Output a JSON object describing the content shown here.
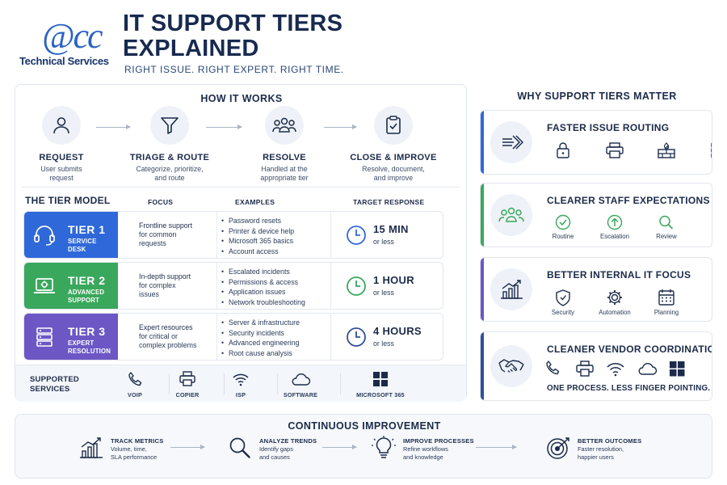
{
  "header": {
    "logo_mark": "@cc",
    "logo_sub": "Technical Services",
    "title_line1": "IT SUPPORT TIERS",
    "title_line2": "EXPLAINED",
    "tagline": "RIGHT ISSUE. RIGHT EXPERT. RIGHT TIME."
  },
  "how_it_works": {
    "title": "HOW IT WORKS",
    "steps": [
      {
        "name": "REQUEST",
        "desc1": "User submits",
        "desc2": "request",
        "icon": "person-icon"
      },
      {
        "name": "TRIAGE & ROUTE",
        "desc1": "Categorize, prioritize,",
        "desc2": "and route",
        "icon": "funnel-icon"
      },
      {
        "name": "RESOLVE",
        "desc1": "Handled at the",
        "desc2": "appropriate tier",
        "icon": "team-icon"
      },
      {
        "name": "CLOSE & IMPROVE",
        "desc1": "Resolve, document,",
        "desc2": "and improve",
        "icon": "clipboard-check-icon"
      }
    ]
  },
  "tier_model": {
    "title": "THE TIER MODEL",
    "columns": {
      "focus": "FOCUS",
      "examples": "EXAMPLES",
      "target": "TARGET RESPONSE"
    },
    "tiers": [
      {
        "name": "TIER 1",
        "sub1": "SERVICE DESK",
        "sub2": "",
        "color": "#2f68d8",
        "icon": "headset-icon",
        "focus": [
          "Frontline support",
          "for common",
          "requests"
        ],
        "examples": [
          "Password resets",
          "Printer & device help",
          "Microsoft 365 basics",
          "Account access"
        ],
        "target_value": "15 MIN",
        "target_sub": "or less",
        "clock_color": "#2f68d8"
      },
      {
        "name": "TIER 2",
        "sub1": "ADVANCED",
        "sub2": "SUPPORT",
        "color": "#3aa85c",
        "icon": "laptop-gear-icon",
        "focus": [
          "In-depth support",
          "for complex",
          "issues"
        ],
        "examples": [
          "Escalated incidents",
          "Permissions & access",
          "Application issues",
          "Network troubleshooting"
        ],
        "target_value": "1 HOUR",
        "target_sub": "or less",
        "clock_color": "#3aa85c"
      },
      {
        "name": "TIER 3",
        "sub1": "EXPERT",
        "sub2": "RESOLUTION",
        "color": "#6c57c4",
        "icon": "server-icon",
        "focus": [
          "Expert resources",
          "for critical or",
          "complex problems"
        ],
        "examples": [
          "Server & infrastructure",
          "Security incidents",
          "Advanced engineering",
          "Root cause analysis"
        ],
        "target_value": "4 HOURS",
        "target_sub": "or less",
        "clock_color": "#2f4f9a"
      }
    ]
  },
  "supported_services": {
    "title1": "SUPPORTED",
    "title2": "SERVICES",
    "items": [
      {
        "label": "VOIP",
        "icon": "phone-icon"
      },
      {
        "label": "COPIER",
        "icon": "printer-icon"
      },
      {
        "label": "ISP",
        "icon": "wifi-icon"
      },
      {
        "label": "SOFTWARE",
        "icon": "cloud-icon"
      },
      {
        "label": "MICROSOFT 365",
        "icon": "microsoft-icon"
      }
    ]
  },
  "why_tiers": {
    "title": "WHY SUPPORT TIERS MATTER",
    "cards": [
      {
        "title": "FASTER ISSUE ROUTING",
        "color": "#2f68d8",
        "icon": "routing-arrows-icon",
        "items": [
          {
            "icon": "lock-icon",
            "label": ""
          },
          {
            "icon": "printer-icon",
            "label": ""
          },
          {
            "icon": "firewall-icon",
            "label": ""
          },
          {
            "icon": "server-icon",
            "label": ""
          }
        ]
      },
      {
        "title": "CLEARER STAFF EXPECTATIONS",
        "color": "#3aa85c",
        "icon": "team-icon",
        "items": [
          {
            "icon": "check-circle-icon",
            "label": "Routine"
          },
          {
            "icon": "arrow-up-circle-icon",
            "label": "Escalation"
          },
          {
            "icon": "search-icon",
            "label": "Review"
          }
        ]
      },
      {
        "title": "BETTER INTERNAL IT FOCUS",
        "color": "#6c57c4",
        "icon": "growth-chart-icon",
        "items": [
          {
            "icon": "shield-icon",
            "label": "Security"
          },
          {
            "icon": "gear-icon",
            "label": "Automation"
          },
          {
            "icon": "calendar-icon",
            "label": "Planning"
          }
        ]
      },
      {
        "title": "CLEANER VENDOR COORDINATION",
        "color": "#2f4f9a",
        "icon": "handshake-icon",
        "items": [
          {
            "icon": "phone-icon",
            "label": ""
          },
          {
            "icon": "printer-icon",
            "label": ""
          },
          {
            "icon": "wifi-icon",
            "label": ""
          },
          {
            "icon": "cloud-icon",
            "label": ""
          },
          {
            "icon": "microsoft-icon",
            "label": ""
          }
        ],
        "footer": "ONE PROCESS. LESS FINGER POINTING."
      }
    ]
  },
  "continuous_improvement": {
    "title": "CONTINUOUS IMPROVEMENT",
    "steps": [
      {
        "title": "TRACK METRICS",
        "desc1": "Volume, time,",
        "desc2": "SLA performance",
        "icon": "bar-chart-icon"
      },
      {
        "title": "ANALYZE TRENDS",
        "desc1": "Identify gaps",
        "desc2": "and causes",
        "icon": "magnifier-icon"
      },
      {
        "title": "IMPROVE PROCESSES",
        "desc1": "Refine workflows",
        "desc2": "and knowledge",
        "icon": "lightbulb-icon"
      },
      {
        "title": "BETTER OUTCOMES",
        "desc1": "Faster resolution,",
        "desc2": "happier users",
        "icon": "target-icon"
      }
    ]
  }
}
